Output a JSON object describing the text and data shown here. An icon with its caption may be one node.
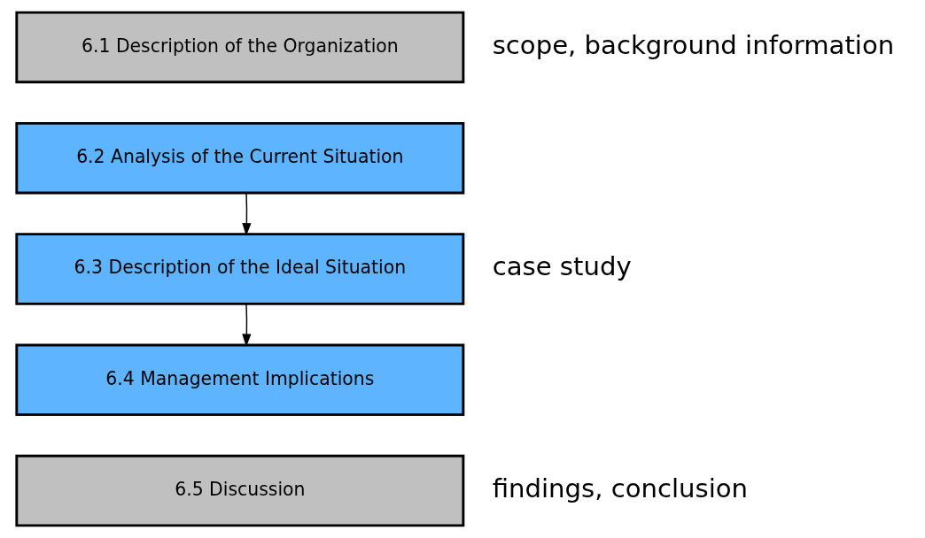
{
  "diagram": {
    "nodes": [
      {
        "text": [
          "6.1 Description of the Organization"
        ],
        "beside": [
          "scope, background information"
        ]
      },
      {
        "text": [
          "6.2 Analysis of the Current Situation"
        ]
      },
      {
        "text": [
          "6.3 Description of the Ideal Situation"
        ]
      },
      {
        "text": [
          "6.4 Management Implications"
        ]
      },
      {
        "text": [
          "6.5 Discussion"
        ],
        "beside": [
          "findings, conclusion"
        ]
      }
    ],
    "edges": [
      {
        "from": 1,
        "to": 2,
        "arrow": "to"
      },
      {
        "from": 2,
        "to": 3,
        "arrow": "to"
      }
    ],
    "labels": [
      "case study"
    ]
  }
}
